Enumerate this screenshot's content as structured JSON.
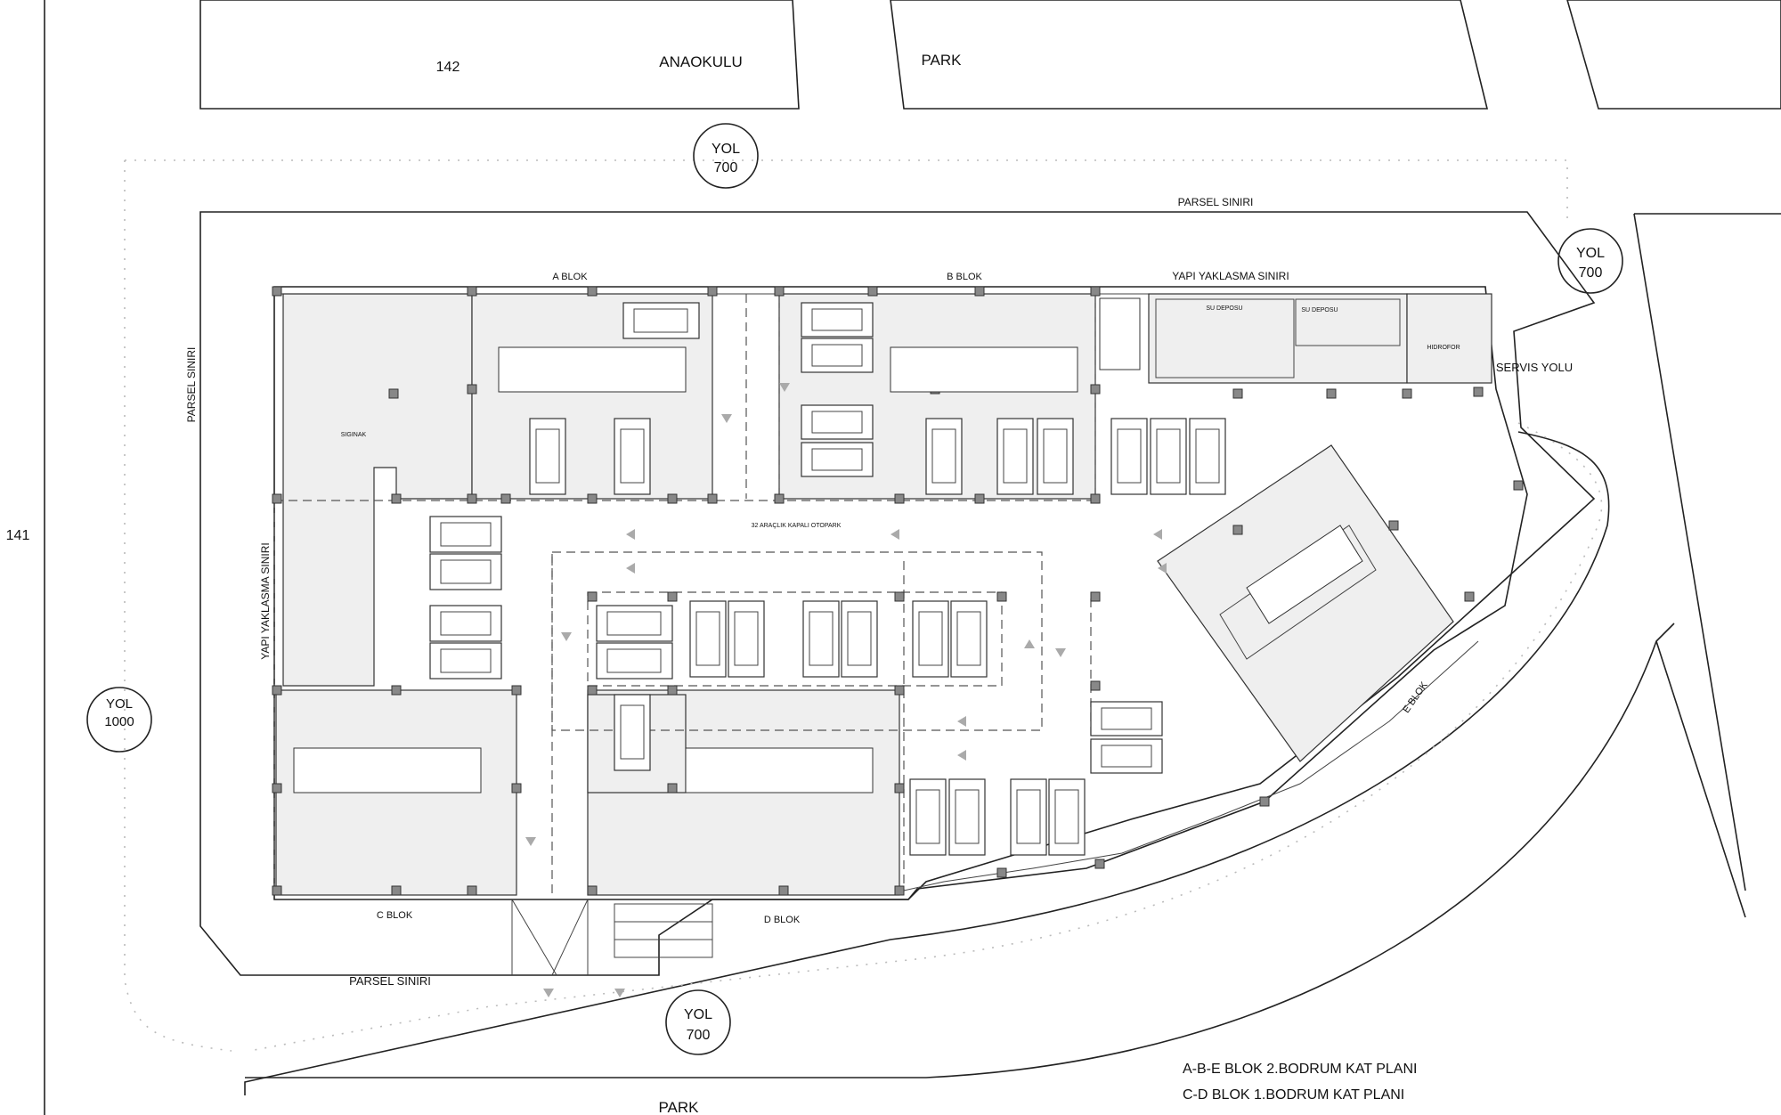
{
  "site": {
    "parcel_141": "141",
    "parcel_142": "142",
    "anaokulu": "ANAOKULU",
    "park_top": "PARK",
    "park_bottom": "PARK",
    "parsel_siniri_top": "PARSEL SINIRI",
    "parsel_siniri_left": "PARSEL SINIRI",
    "parsel_siniri_bottom": "PARSEL SINIRI",
    "yapi_yaklasma_top": "YAPI YAKLASMA SINIRI",
    "yapi_yaklasma_left": "YAPI YAKLASMA SINIRI",
    "servis_yolu": "SERVIS YOLU"
  },
  "roads": [
    {
      "label": "YOL",
      "width": "700"
    },
    {
      "label": "YOL",
      "width": "700"
    },
    {
      "label": "YOL",
      "width": "1000"
    },
    {
      "label": "YOL",
      "width": "700"
    }
  ],
  "blocks": {
    "a": "A BLOK",
    "b": "B BLOK",
    "c": "C BLOK",
    "d": "D BLOK",
    "e": "E BLOK"
  },
  "rooms": {
    "siginak": "SIGINAK",
    "su_deposu_1": "SU DEPOSU",
    "su_deposu_2": "SU DEPOSU",
    "hidrofor": "HIDROFOR",
    "otopark": "32 ARAÇLIK KAPALI OTOPARK"
  },
  "titles": {
    "line1": "A-B-E BLOK 2.BODRUM KAT PLANI",
    "line2": "C-D BLOK 1.BODRUM KAT PLANI"
  }
}
